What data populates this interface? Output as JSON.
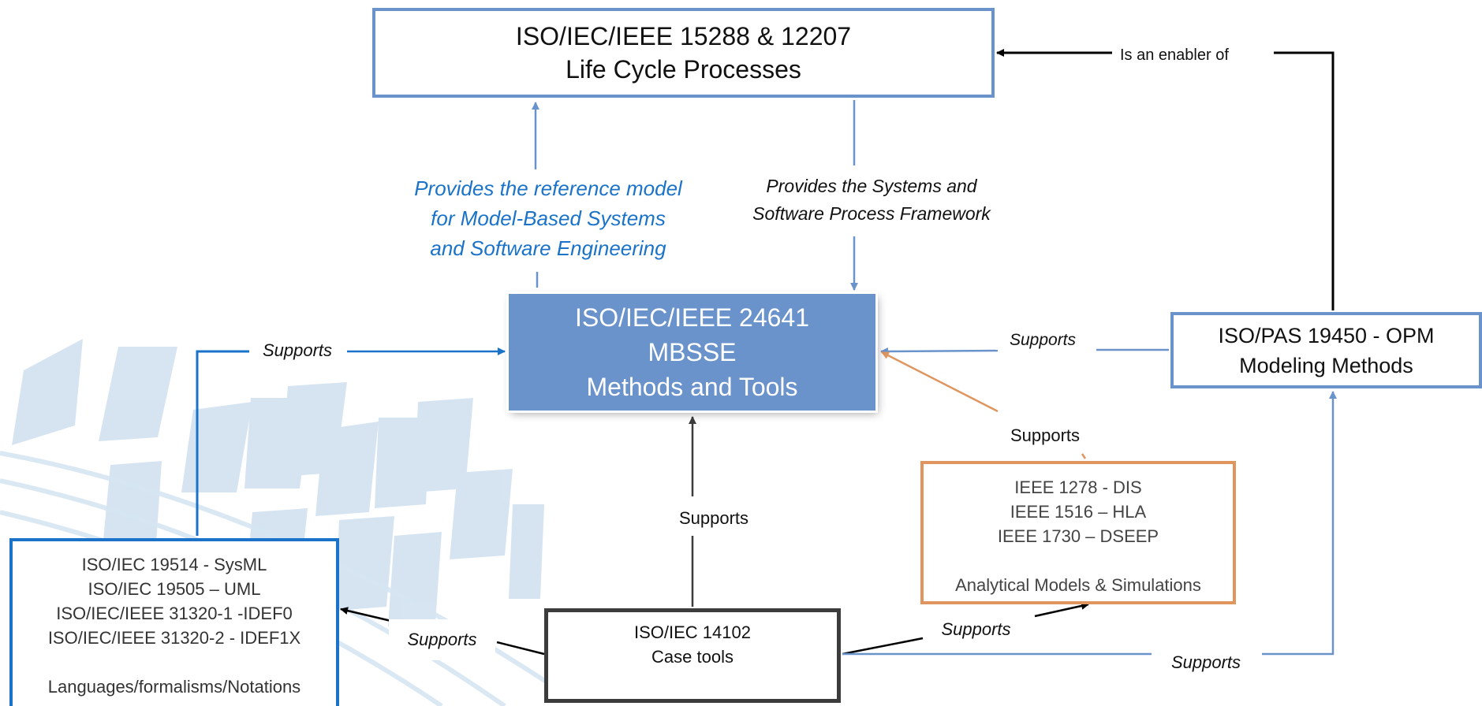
{
  "nodes": {
    "life_cycle": {
      "line1": "ISO/IEC/IEEE 15288 & 12207",
      "line2": "Life Cycle Processes"
    },
    "mbsse": {
      "line1": "ISO/IEC/IEEE 24641",
      "line2": "MBSSE",
      "line3": "Methods and Tools"
    },
    "opm": {
      "line1": "ISO/PAS 19450 - OPM",
      "line2": "Modeling Methods"
    },
    "simulation": {
      "line1": "IEEE 1278 - DIS",
      "line2": "IEEE 1516 – HLA",
      "line3": "IEEE 1730 – DSEEP",
      "line4": "Analytical Models & Simulations"
    },
    "languages": {
      "line1": "ISO/IEC 19514 - SysML",
      "line2": "ISO/IEC 19505 – UML",
      "line3": "ISO/IEC/IEEE 31320-1 -IDEF0",
      "line4": "ISO/IEC/IEEE 31320-2 - IDEF1X",
      "line5": "Languages/formalisms/Notations"
    },
    "case_tools": {
      "line1": "ISO/IEC 14102",
      "line2": "Case tools"
    }
  },
  "edge_labels": {
    "enabler": "Is an enabler of",
    "reference_model": {
      "line1": "Provides the reference model",
      "line2": "for Model-Based Systems",
      "line3": "and Software Engineering"
    },
    "process_framework": {
      "line1": "Provides the Systems and",
      "line2": "Software Process Framework"
    },
    "supports_lang_mbsse": "Supports",
    "supports_opm_mbsse": "Supports",
    "supports_sim_mbsse": "Supports",
    "supports_case_mbsse": "Supports",
    "supports_case_lang": "Supports",
    "supports_case_sim": "Supports",
    "supports_case_opm": "Supports"
  },
  "colors": {
    "blue_box": "#6a93cc",
    "blue_accent": "#1a73c9",
    "orange": "#e0955f",
    "dark_border": "#3c3c3c",
    "black_arrow": "#000000"
  }
}
